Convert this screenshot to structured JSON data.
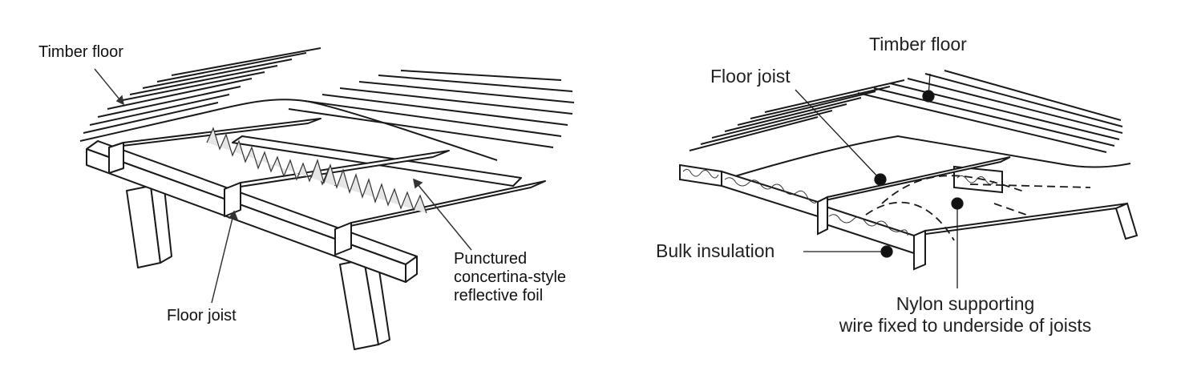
{
  "left_figure": {
    "labels": {
      "timber_floor": "Timber floor",
      "floor_joist": "Floor joist",
      "foil_line1": "Punctured",
      "foil_line2": "concertina-style",
      "foil_line3": "reflective foil"
    }
  },
  "right_figure": {
    "labels": {
      "timber_floor": "Timber floor",
      "floor_joist": "Floor joist",
      "bulk_insulation": "Bulk insulation",
      "wire_line1": "Nylon supporting",
      "wire_line2": "wire fixed to underside of joists"
    }
  }
}
